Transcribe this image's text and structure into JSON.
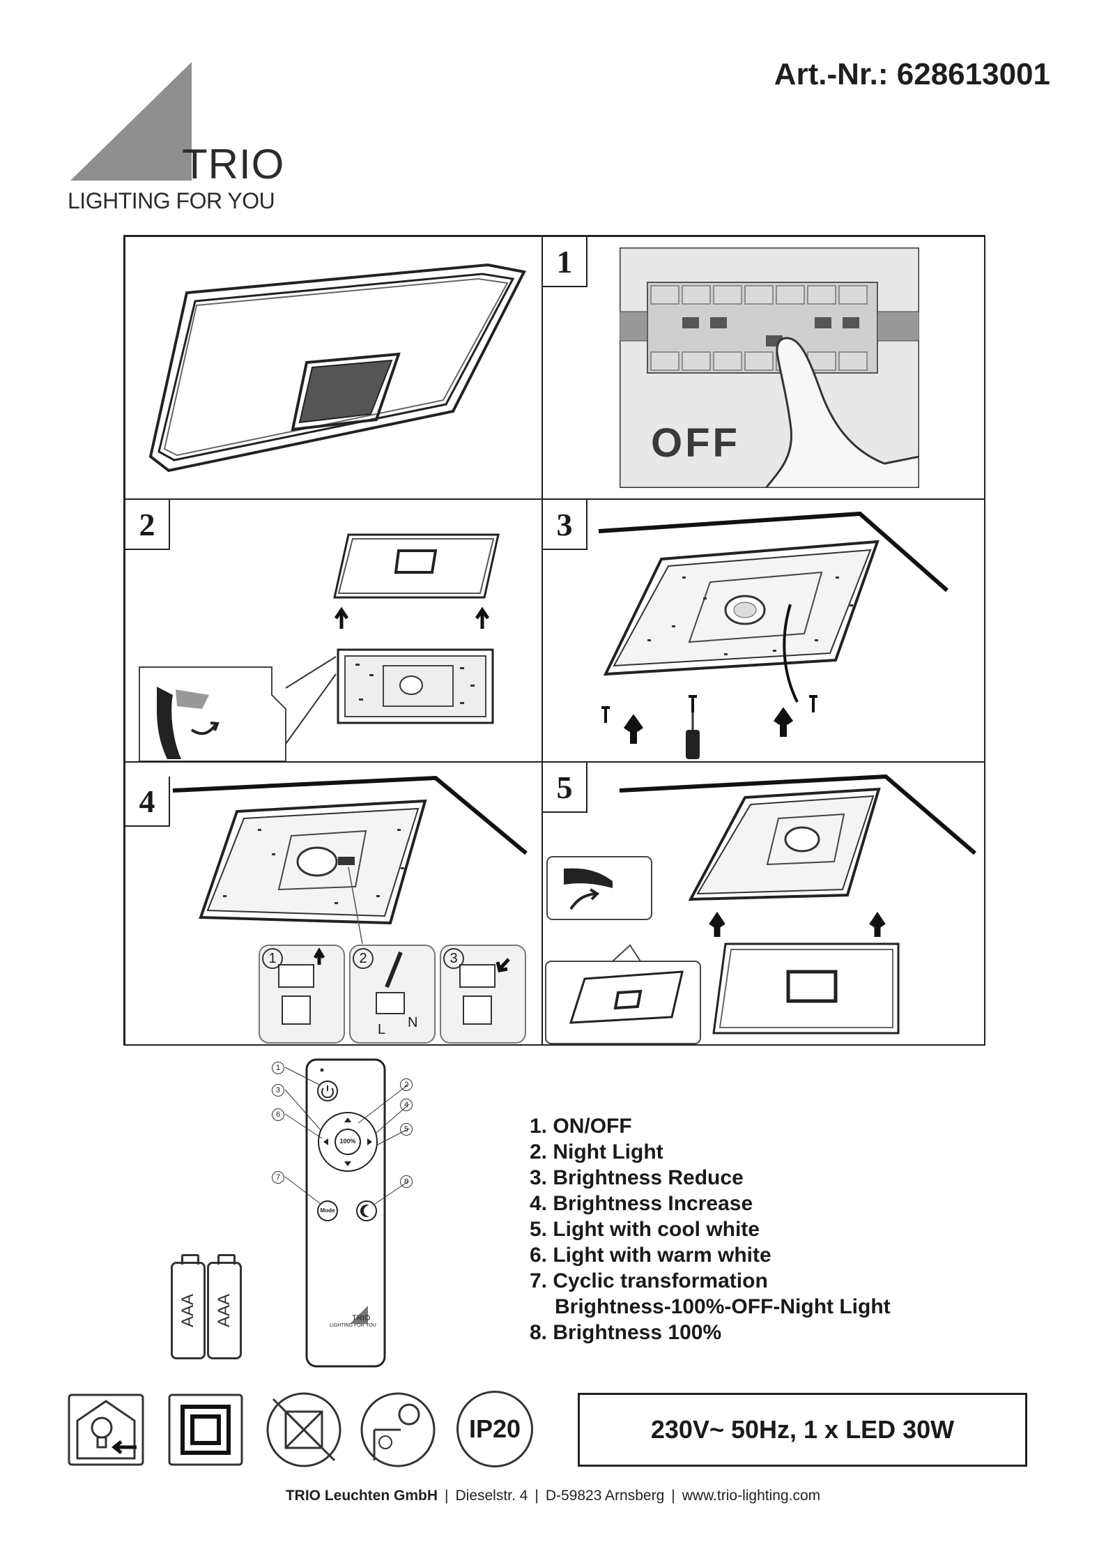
{
  "brand": {
    "name": "TRIO",
    "tagline": "LIGHTING FOR YOU"
  },
  "article_number": "Art.-Nr.: 628613001",
  "steps": {
    "s1": {
      "number": "1",
      "switch_label": "OFF"
    },
    "s2": {
      "number": "2"
    },
    "s3": {
      "number": "3"
    },
    "s4": {
      "number": "4",
      "sub_steps": [
        "1",
        "2",
        "3"
      ],
      "wire_labels": [
        "L",
        "N"
      ]
    },
    "s5": {
      "number": "5"
    }
  },
  "remote": {
    "center_label": "100%",
    "mode_label": "Mode",
    "callout_numbers": [
      "1",
      "2",
      "3",
      "4",
      "5",
      "6",
      "7",
      "8"
    ],
    "functions": [
      "1. ON/OFF",
      "2. Night Light",
      "3. Brightness Reduce",
      "4. Brightness Increase",
      "5. Light with cool white",
      "6. Light with warm white",
      "7. Cyclic transformation",
      "Brightness-100%-OFF-Night Light",
      "8. Brightness 100%"
    ]
  },
  "batteries": [
    "AAA",
    "AAA"
  ],
  "symbols": {
    "ip_rating": "IP20"
  },
  "rating": "230V~ 50Hz, 1 x LED 30W",
  "footer": {
    "company": "TRIO Leuchten GmbH",
    "street": "Dieselstr. 4",
    "city": "D-59823 Arnsberg",
    "web": "www.trio-lighting.com"
  }
}
